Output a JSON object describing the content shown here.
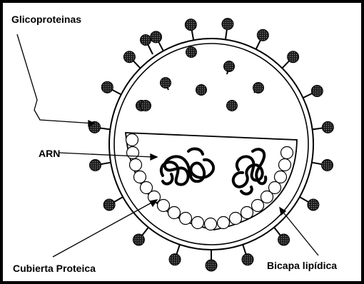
{
  "labels": {
    "glycoproteins": "Glicoproteinas",
    "rna": "ARN",
    "protein_coat": "Cubierta Proteica",
    "lipid_bilayer": "Bicapa lipídica"
  },
  "colors": {
    "ink": "#000000",
    "background": "#ffffff",
    "spike_head": "#1a1a1a"
  }
}
